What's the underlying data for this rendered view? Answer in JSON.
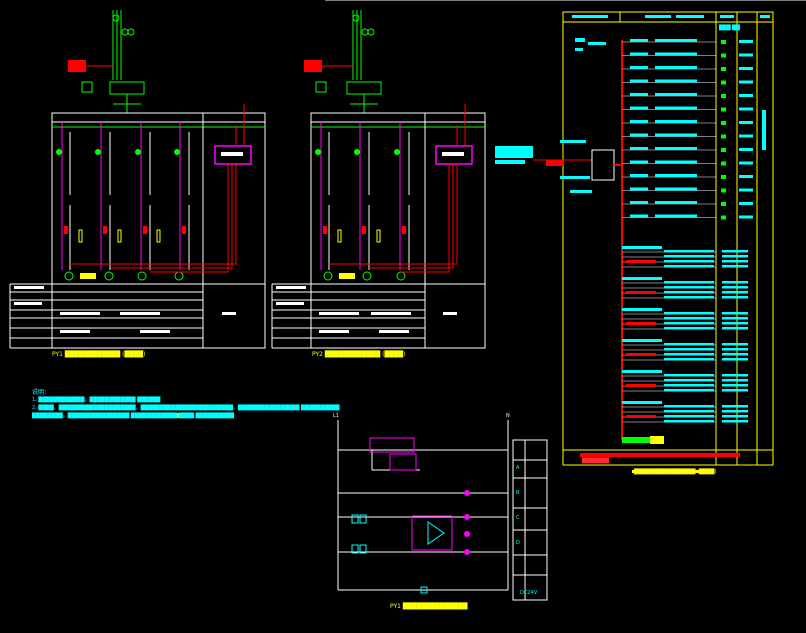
{
  "drawing": {
    "background": "#000000",
    "colors": {
      "frame": "#ffffff",
      "panel_frame": "#ffff00",
      "power": "#ff0000",
      "control": "#ff00ff",
      "annotation": "#00ffff",
      "breaker": "#00ff00",
      "highlight": "#ffff00"
    }
  },
  "panels": [
    {
      "id": "fan-panel-1",
      "title": "PY1  ████████████ (████)"
    },
    {
      "id": "fan-panel-2",
      "title": "PY2  ████████████ (████)"
    }
  ],
  "distribution": {
    "title": "████████████████ (████)",
    "header_cols": [
      "██████",
      "████",
      "██████",
      "███ ██",
      "███"
    ],
    "side_label": "██████ ████",
    "bottom_label": "███████"
  },
  "notes": {
    "heading": "说明：",
    "lines": [
      "1. ████████████，████████████ ██████",
      "2. ████，████████████████████，████████████████████████，████████████████ ██████████",
      "  ████████，████████████████ ████████████ ████ ██████████"
    ]
  },
  "control": {
    "title": "PY1  ██████████████",
    "left_tag": "L1",
    "right_tag": "N",
    "legend_codes": [
      "A",
      "B",
      "C",
      "D"
    ],
    "legend_bottom": [
      "DC24V"
    ],
    "icons": [
      "breaker-symbol",
      "contactor-coil",
      "relay-contact",
      "terminal-dot"
    ]
  }
}
